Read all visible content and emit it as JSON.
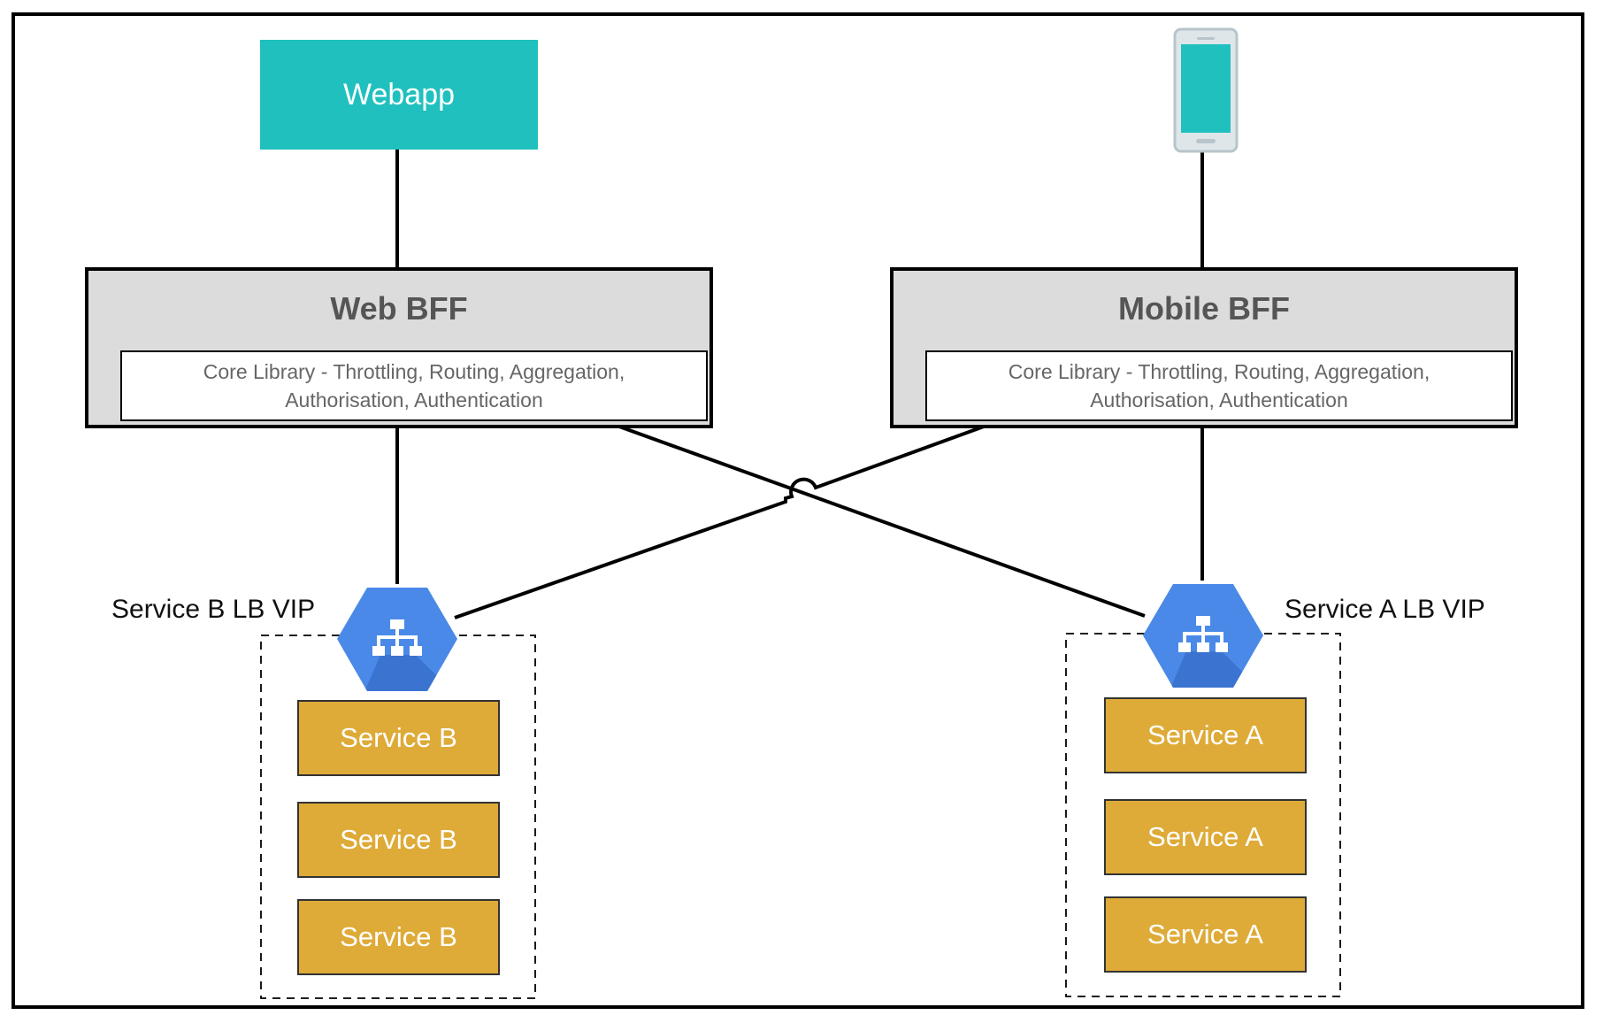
{
  "clients": {
    "webapp_label": "Webapp",
    "mobile_icon": "mobile-phone-icon"
  },
  "bffs": {
    "web": {
      "title": "Web BFF",
      "core_line1": "Core Library - Throttling, Routing, Aggregation,",
      "core_line2": "Authorisation, Authentication"
    },
    "mobile": {
      "title": "Mobile BFF",
      "core_line1": "Core Library - Throttling, Routing, Aggregation,",
      "core_line2": "Authorisation, Authentication"
    }
  },
  "load_balancers": {
    "service_b_label": "Service B LB VIP",
    "service_a_label": "Service A LB VIP",
    "icon": "load-balancer-icon"
  },
  "services": {
    "b": [
      "Service B",
      "Service B",
      "Service B"
    ],
    "a": [
      "Service A",
      "Service A",
      "Service A"
    ]
  },
  "colors": {
    "webapp": "#20c0bf",
    "bff_fill": "#dcdcdc",
    "service_fill": "#deab38",
    "lb_blue": "#4a89e8",
    "lb_blue_dark": "#3b73d0"
  }
}
